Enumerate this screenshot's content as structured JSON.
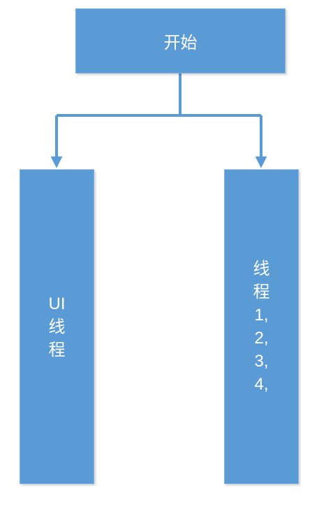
{
  "colors": {
    "box_fill": "#5b9bd5",
    "connector": "#5b9bd5",
    "text": "#ffffff"
  },
  "diagram": {
    "start": {
      "label": "开始"
    },
    "ui_thread": {
      "lines": [
        "UI",
        "线",
        "程"
      ]
    },
    "worker_threads": {
      "lines": [
        "线",
        "程",
        "1,",
        "2,",
        "3,",
        "4,"
      ]
    }
  }
}
